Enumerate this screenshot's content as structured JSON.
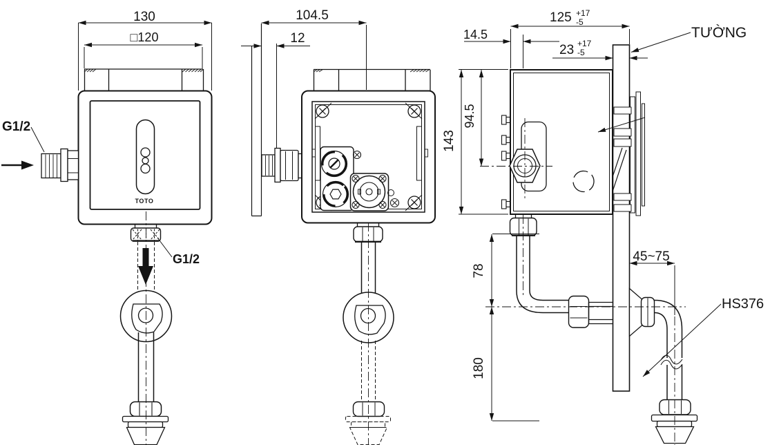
{
  "drawing": {
    "brand": "TOTO",
    "front": {
      "dim_width": "130",
      "dim_panel": "□120",
      "inlet": "G1/2",
      "outlet": "G1/2"
    },
    "back": {
      "dim_depth": "104.5",
      "dim_offset": "12"
    },
    "side": {
      "dim_box_wall": "125",
      "dim_box_wall_sup": "+17",
      "dim_box_wall_sub": "-5",
      "dim_wall": "23",
      "dim_wall_sup": "+17",
      "dim_wall_sub": "-5",
      "dim_front_axis": "14.5",
      "dim_axis_top": "94.5",
      "dim_height": "143",
      "dim_drop_upper": "78",
      "dim_drop_lower": "180",
      "dim_wall_spreader": "45~75",
      "label_wall": "TƯỜNG",
      "label_pipe": "HS376"
    },
    "colors": {
      "line": "#141414",
      "background": "#ffffff"
    }
  }
}
